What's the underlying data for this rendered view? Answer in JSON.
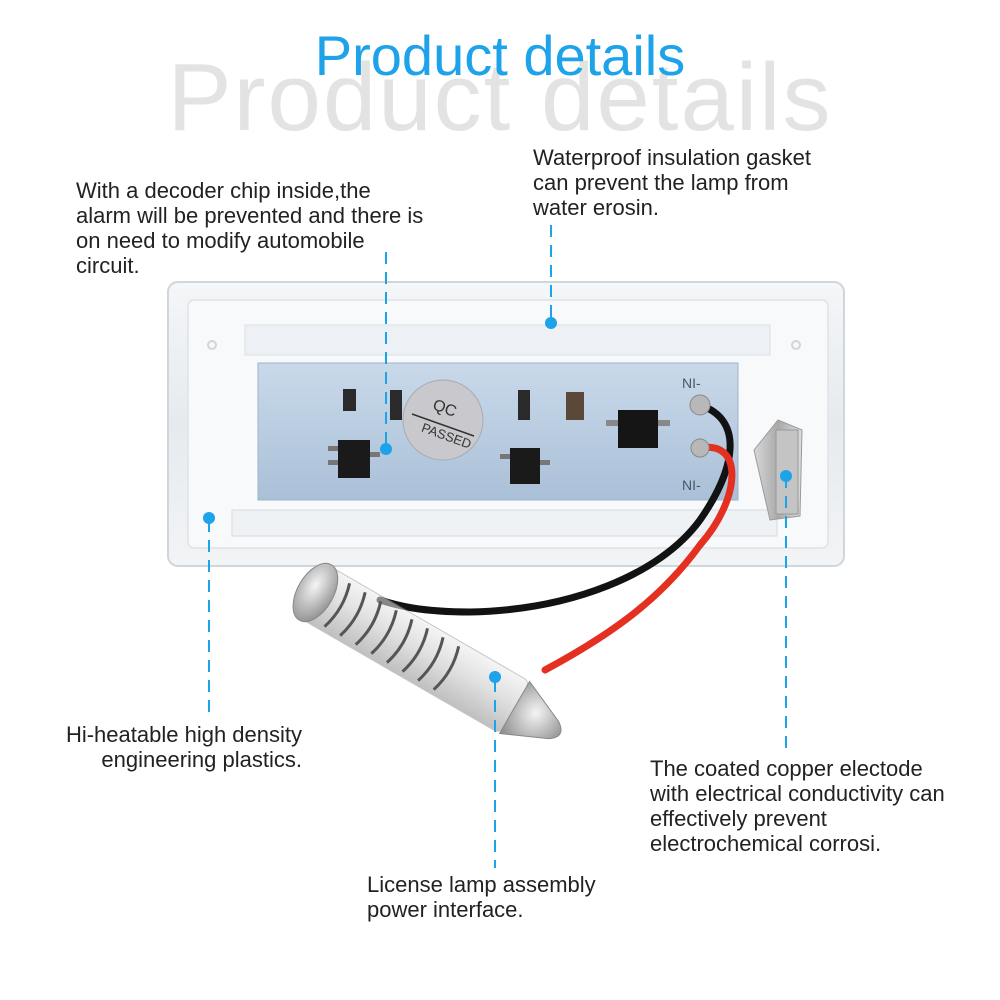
{
  "title": "Product details",
  "title_shadow": "Product details",
  "accent_color": "#1ea3ea",
  "pcb": {
    "stamp_line1": "QC",
    "stamp_line2": "PASSED",
    "marking_left": "NI-",
    "marking_right": "NI-"
  },
  "callouts": [
    {
      "id": "decoder-chip",
      "lines": [
        "With a decoder chip inside,the",
        "alarm will be prevented and there is",
        "on need to modify automobile",
        "circuit."
      ]
    },
    {
      "id": "gasket",
      "lines": [
        "Waterproof  insulation gasket",
        "can prevent the lamp from",
        "water erosin."
      ]
    },
    {
      "id": "plastics",
      "lines": [
        "Hi-heatable high density",
        "engineering plastics."
      ]
    },
    {
      "id": "electrode",
      "lines": [
        "The coated copper electode",
        "with electrical conductivity can",
        "effectively prevent",
        "electrochemical corrosi."
      ]
    },
    {
      "id": "power-interface",
      "lines": [
        "License lamp assembly",
        "power interface."
      ]
    }
  ]
}
